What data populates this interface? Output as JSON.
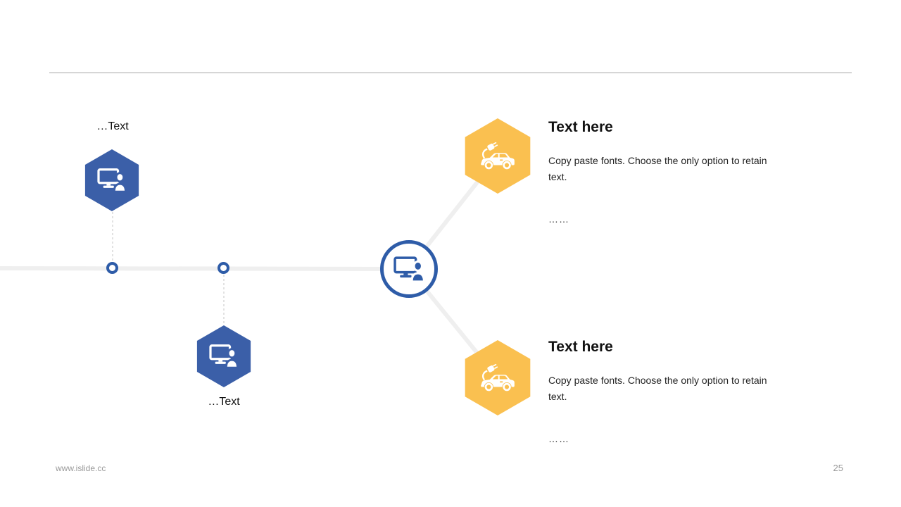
{
  "slide": {
    "footer": {
      "site": "www.islide.cc",
      "page_number": "25"
    }
  },
  "diagram": {
    "milestones": [
      {
        "label": "…Text",
        "icon": "workstation-user-icon",
        "shape": "hexagon",
        "color": "#3B5FA8"
      },
      {
        "label": "…Text",
        "icon": "workstation-user-icon",
        "shape": "hexagon",
        "color": "#3B5FA8"
      }
    ],
    "hub": {
      "icon": "workstation-user-icon",
      "shape": "circle",
      "color": "#2E5CA8"
    },
    "branches": [
      {
        "title": "Text here",
        "body_line1": "Copy paste fonts. Choose the only option to retain",
        "body_line2": "text.",
        "ellipsis": "……",
        "icon": "electric-car-icon",
        "shape": "hexagon",
        "color": "#FAC050"
      },
      {
        "title": "Text here",
        "body_line1": "Copy paste fonts. Choose the only option to retain",
        "body_line2": "text.",
        "ellipsis": "……",
        "icon": "electric-car-icon",
        "shape": "hexagon",
        "color": "#FAC050"
      }
    ],
    "colors": {
      "blue": "#3B5FA8",
      "blue_stroke": "#2E5CA8",
      "yellow": "#FAC050",
      "line_gray": "#EFEFEF",
      "dash_gray": "#D9D9D9",
      "divider_gray": "#A6A6A6",
      "footer_gray": "#999999"
    }
  }
}
